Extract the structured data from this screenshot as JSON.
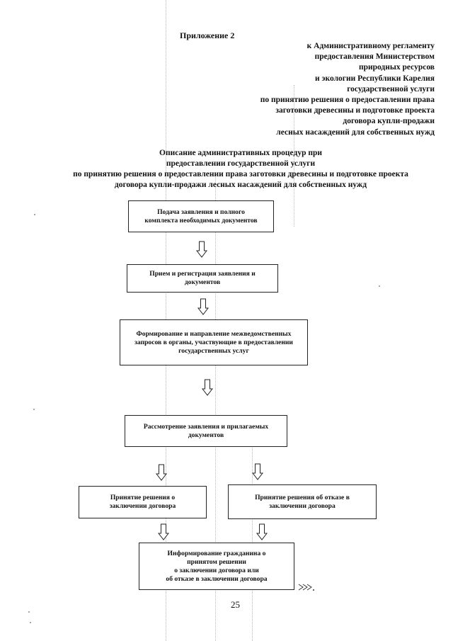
{
  "appendix": "Приложение 2",
  "regulation_lines": [
    "к Административному регламенту",
    "предоставления Министерством",
    "природных ресурсов",
    "и экологии Республики Карелия",
    "государственной услуги",
    "по принятию решения о  предоставлении права",
    "заготовки древесины и подготовке проекта",
    "договора купли-продажи",
    "лесных насаждений для собственных нужд"
  ],
  "title_lines": [
    "Описание административных процедур при",
    "предоставлении государственной услуги",
    "по принятию решения о предоставлении права заготовки древесины и подготовке проекта",
    "договора купли-продажи лесных насаждений для собственных нужд"
  ],
  "flow": {
    "step1": [
      "Подача заявления и полного",
      "комплекта необходимых документов"
    ],
    "step2": [
      "Прием и регистрация заявления и",
      "документов"
    ],
    "step3": [
      "Формирование и направление межведомственных",
      "запросов в органы, участвующие в предоставлении",
      "государственных услуг"
    ],
    "step4": [
      "Рассмотрение заявления и прилагаемых",
      "документов"
    ],
    "step5a": [
      "Принятие решения о",
      "заключении договора"
    ],
    "step5b": [
      "Принятие решения об отказе в",
      "заключении договора"
    ],
    "step6": [
      "Информирование гражданина о",
      "принятом решении",
      "о заключении договора или",
      "об отказе в заключении договора"
    ]
  },
  "page_number": "25"
}
